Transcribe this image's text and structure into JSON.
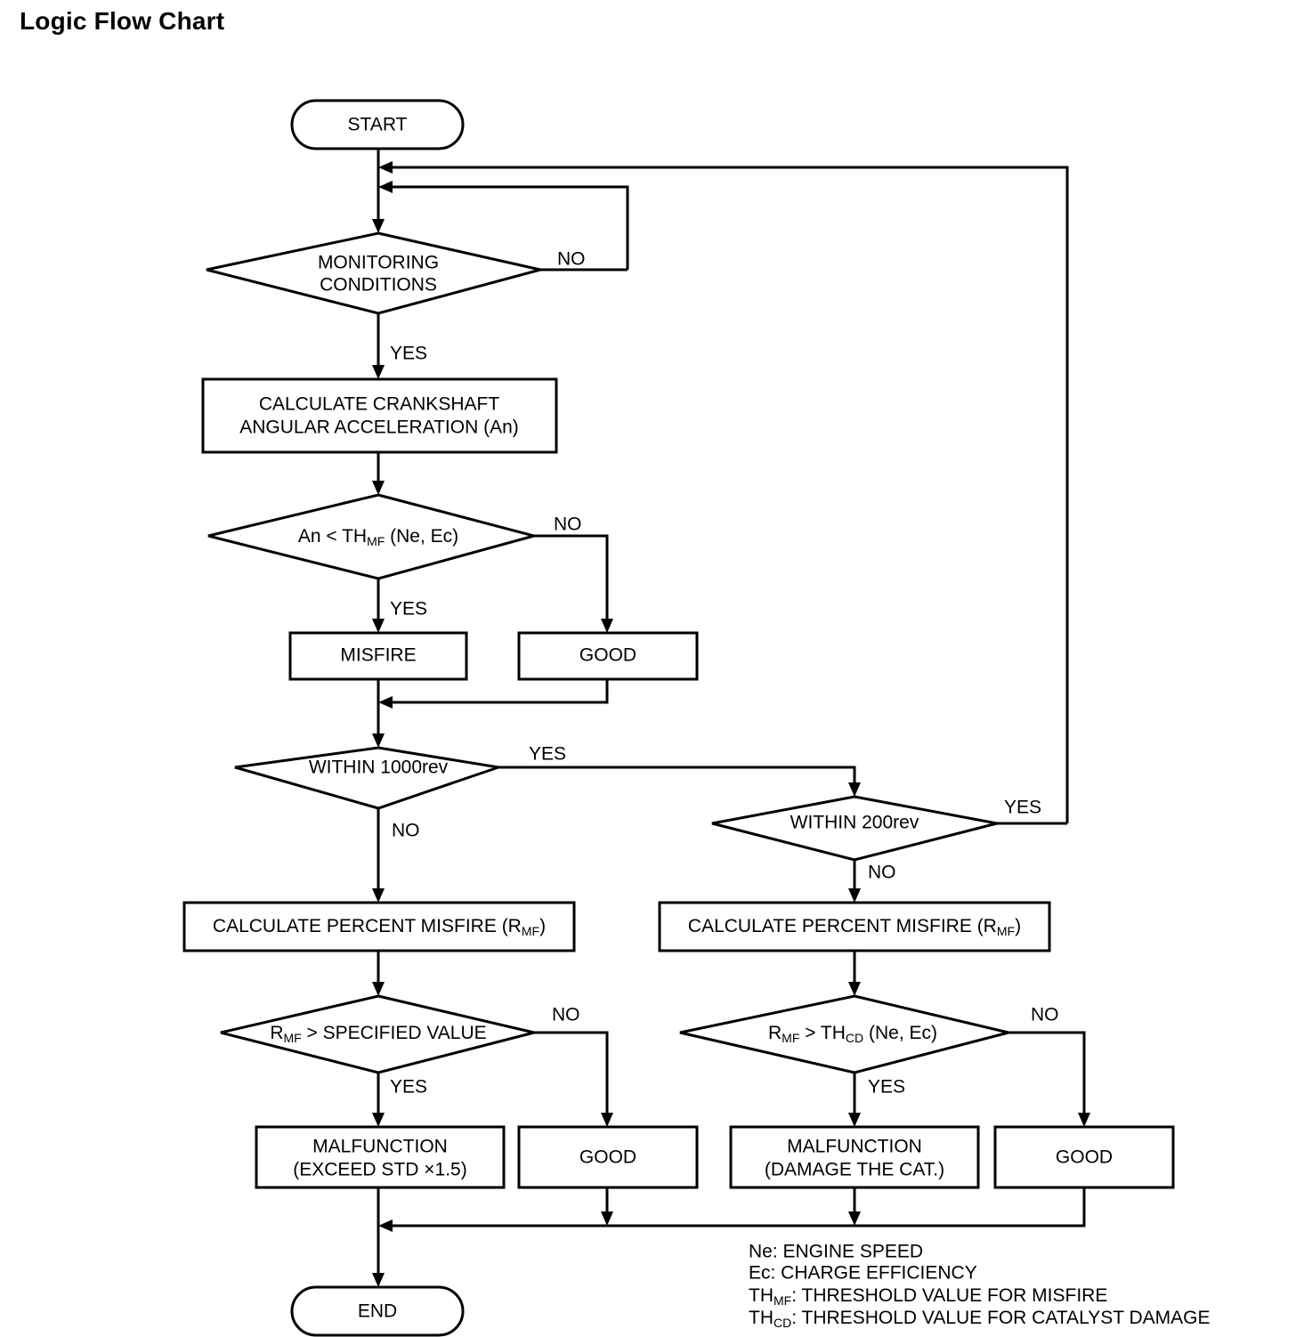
{
  "title": "Logic Flow Chart",
  "chart_data": {
    "type": "diagram",
    "diagram_type": "flowchart",
    "title": "Logic Flow Chart",
    "nodes": [
      {
        "id": "start",
        "shape": "terminator",
        "label": "START"
      },
      {
        "id": "monitoring",
        "shape": "decision",
        "label_line1": "MONITORING",
        "label_line2": "CONDITIONS"
      },
      {
        "id": "calc_crank",
        "shape": "process",
        "label_line1": "CALCULATE CRANKSHAFT",
        "label_line2": "ANGULAR ACCELERATION (An)"
      },
      {
        "id": "an_lt_thmf",
        "shape": "decision",
        "label_pre": "An < TH",
        "label_sub": "MF",
        "label_post": " (Ne,  Ec)"
      },
      {
        "id": "misfire",
        "shape": "process",
        "label": "MISFIRE"
      },
      {
        "id": "good_1",
        "shape": "process",
        "label": "GOOD"
      },
      {
        "id": "within_1000",
        "shape": "decision",
        "label": "WITHIN 1000rev"
      },
      {
        "id": "within_200",
        "shape": "decision",
        "label": "WITHIN 200rev"
      },
      {
        "id": "calc_pct_left",
        "shape": "process",
        "label_pre": "CALCULATE PERCENT MISFIRE (R",
        "label_sub": "MF",
        "label_post": ")"
      },
      {
        "id": "calc_pct_right",
        "shape": "process",
        "label_pre": "CALCULATE PERCENT MISFIRE (R",
        "label_sub": "MF",
        "label_post": ")"
      },
      {
        "id": "rmf_gt_spec",
        "shape": "decision",
        "label_pre": "R",
        "label_sub": "MF",
        "label_post": " > SPECIFIED VALUE"
      },
      {
        "id": "rmf_gt_thcd",
        "shape": "decision",
        "label_pre": "R",
        "label_sub": "MF",
        "label_post": " > TH",
        "label_sub2": "CD",
        "label_post2": " (Ne, Ec)"
      },
      {
        "id": "malfunction_std",
        "shape": "process",
        "label_line1": "MALFUNCTION",
        "label_line2": "(EXCEED STD  ×1.5)"
      },
      {
        "id": "good_2",
        "shape": "process",
        "label": "GOOD"
      },
      {
        "id": "malfunction_cat",
        "shape": "process",
        "label_line1": "MALFUNCTION",
        "label_line2": "(DAMAGE THE CAT.)"
      },
      {
        "id": "good_3",
        "shape": "process",
        "label": "GOOD"
      },
      {
        "id": "end",
        "shape": "terminator",
        "label": "END"
      }
    ],
    "edges": [
      {
        "from": "start",
        "to": "monitoring",
        "label": ""
      },
      {
        "from": "monitoring",
        "to": "calc_crank",
        "label": "YES"
      },
      {
        "from": "monitoring",
        "to": "monitoring",
        "label": "NO"
      },
      {
        "from": "calc_crank",
        "to": "an_lt_thmf",
        "label": ""
      },
      {
        "from": "an_lt_thmf",
        "to": "misfire",
        "label": "YES"
      },
      {
        "from": "an_lt_thmf",
        "to": "good_1",
        "label": "NO"
      },
      {
        "from": "misfire",
        "to": "within_1000",
        "label": ""
      },
      {
        "from": "good_1",
        "to": "within_1000",
        "label": ""
      },
      {
        "from": "within_1000",
        "to": "within_200",
        "label": "YES"
      },
      {
        "from": "within_1000",
        "to": "calc_pct_left",
        "label": "NO"
      },
      {
        "from": "within_200",
        "to": "monitoring",
        "label": "YES"
      },
      {
        "from": "within_200",
        "to": "calc_pct_right",
        "label": "NO"
      },
      {
        "from": "calc_pct_left",
        "to": "rmf_gt_spec",
        "label": ""
      },
      {
        "from": "calc_pct_right",
        "to": "rmf_gt_thcd",
        "label": ""
      },
      {
        "from": "rmf_gt_spec",
        "to": "malfunction_std",
        "label": "YES"
      },
      {
        "from": "rmf_gt_spec",
        "to": "good_2",
        "label": "NO"
      },
      {
        "from": "rmf_gt_thcd",
        "to": "malfunction_cat",
        "label": "YES"
      },
      {
        "from": "rmf_gt_thcd",
        "to": "good_3",
        "label": "NO"
      },
      {
        "from": "malfunction_std",
        "to": "end",
        "label": ""
      },
      {
        "from": "good_2",
        "to": "end",
        "label": ""
      },
      {
        "from": "malfunction_cat",
        "to": "end",
        "label": ""
      },
      {
        "from": "good_3",
        "to": "end",
        "label": ""
      }
    ]
  },
  "nodes": {
    "start": "START",
    "end": "END",
    "monitoring_l1": "MONITORING",
    "monitoring_l2": "CONDITIONS",
    "calc_crank_l1": "CALCULATE CRANKSHAFT",
    "calc_crank_l2": "ANGULAR ACCELERATION (An)",
    "an_pre": "An < TH",
    "an_sub": "MF",
    "an_post": " (Ne,  Ec)",
    "misfire": "MISFIRE",
    "good_1": "GOOD",
    "within_1000": "WITHIN 1000rev",
    "within_200": "WITHIN 200rev",
    "calc_pct_pre": "CALCULATE PERCENT MISFIRE (R",
    "calc_pct_sub": "MF",
    "calc_pct_post": ")",
    "rmf_spec_pre": "R",
    "rmf_spec_sub": "MF",
    "rmf_spec_post": " > SPECIFIED VALUE",
    "rmf_cd_pre": "R",
    "rmf_cd_sub": "MF",
    "rmf_cd_mid": " > TH",
    "rmf_cd_sub2": "CD",
    "rmf_cd_post": " (Ne, Ec)",
    "malfunction_std_l1": "MALFUNCTION",
    "malfunction_std_l2": "(EXCEED STD  ×1.5)",
    "good_2": "GOOD",
    "malfunction_cat_l1": "MALFUNCTION",
    "malfunction_cat_l2": "(DAMAGE THE CAT.)",
    "good_3": "GOOD"
  },
  "edge_labels": {
    "monitoring_no": "NO",
    "monitoring_yes": "YES",
    "an_no": "NO",
    "an_yes": "YES",
    "within1000_yes": "YES",
    "within1000_no": "NO",
    "within200_yes": "YES",
    "within200_no": "NO",
    "rmf_spec_no": "NO",
    "rmf_spec_yes": "YES",
    "rmf_cd_no": "NO",
    "rmf_cd_yes": "YES"
  },
  "legend": {
    "line1": "Ne: ENGINE SPEED",
    "line2": "Ec: CHARGE EFFICIENCY",
    "line3_pre": "TH",
    "line3_sub": "MF",
    "line3_post": ": THRESHOLD VALUE FOR MISFIRE",
    "line4_pre": "TH",
    "line4_sub": "CD",
    "line4_post": ": THRESHOLD VALUE FOR CATALYST DAMAGE"
  },
  "colors": {
    "stroke": "#000000",
    "fill": "#ffffff",
    "text": "#000000"
  }
}
